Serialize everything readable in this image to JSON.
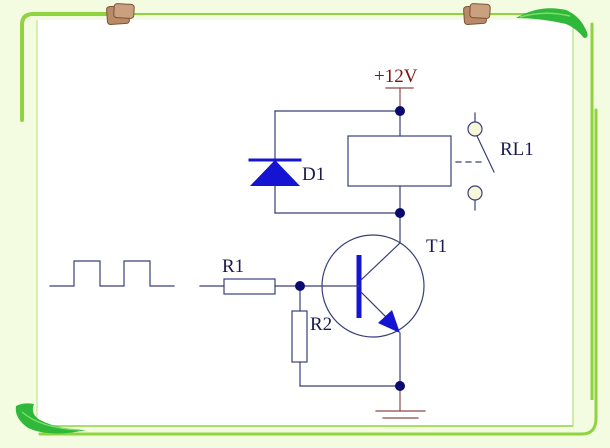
{
  "diagram": {
    "title": "Transistor relay driver circuit",
    "colors": {
      "background": "#f3fce0",
      "panel": "#ffffff",
      "frame_green": "#8fd440",
      "wire": "#3a3f78",
      "component_blue": "#1414d2",
      "junction": "#0a0a6e",
      "power_wire": "#8a4a4a",
      "label_dark": "#1a1a50",
      "label_power": "#7a1414",
      "contact_fill": "#f6f8d8"
    },
    "labels": {
      "supply": "+12V",
      "relay": "RL1",
      "diode": "D1",
      "transistor": "T1",
      "base_resistor": "R1",
      "pulldown_resistor": "R2"
    },
    "components": [
      {
        "id": "D1",
        "type": "diode",
        "role": "flyback diode across relay coil"
      },
      {
        "id": "RL1",
        "type": "relay",
        "role": "coil + SPST contact"
      },
      {
        "id": "T1",
        "type": "NPN transistor",
        "role": "low-side switch"
      },
      {
        "id": "R1",
        "type": "resistor",
        "role": "base resistor"
      },
      {
        "id": "R2",
        "type": "resistor",
        "role": "base pull-down"
      }
    ],
    "input_signal": "square-wave",
    "ground": "ground-symbol"
  }
}
